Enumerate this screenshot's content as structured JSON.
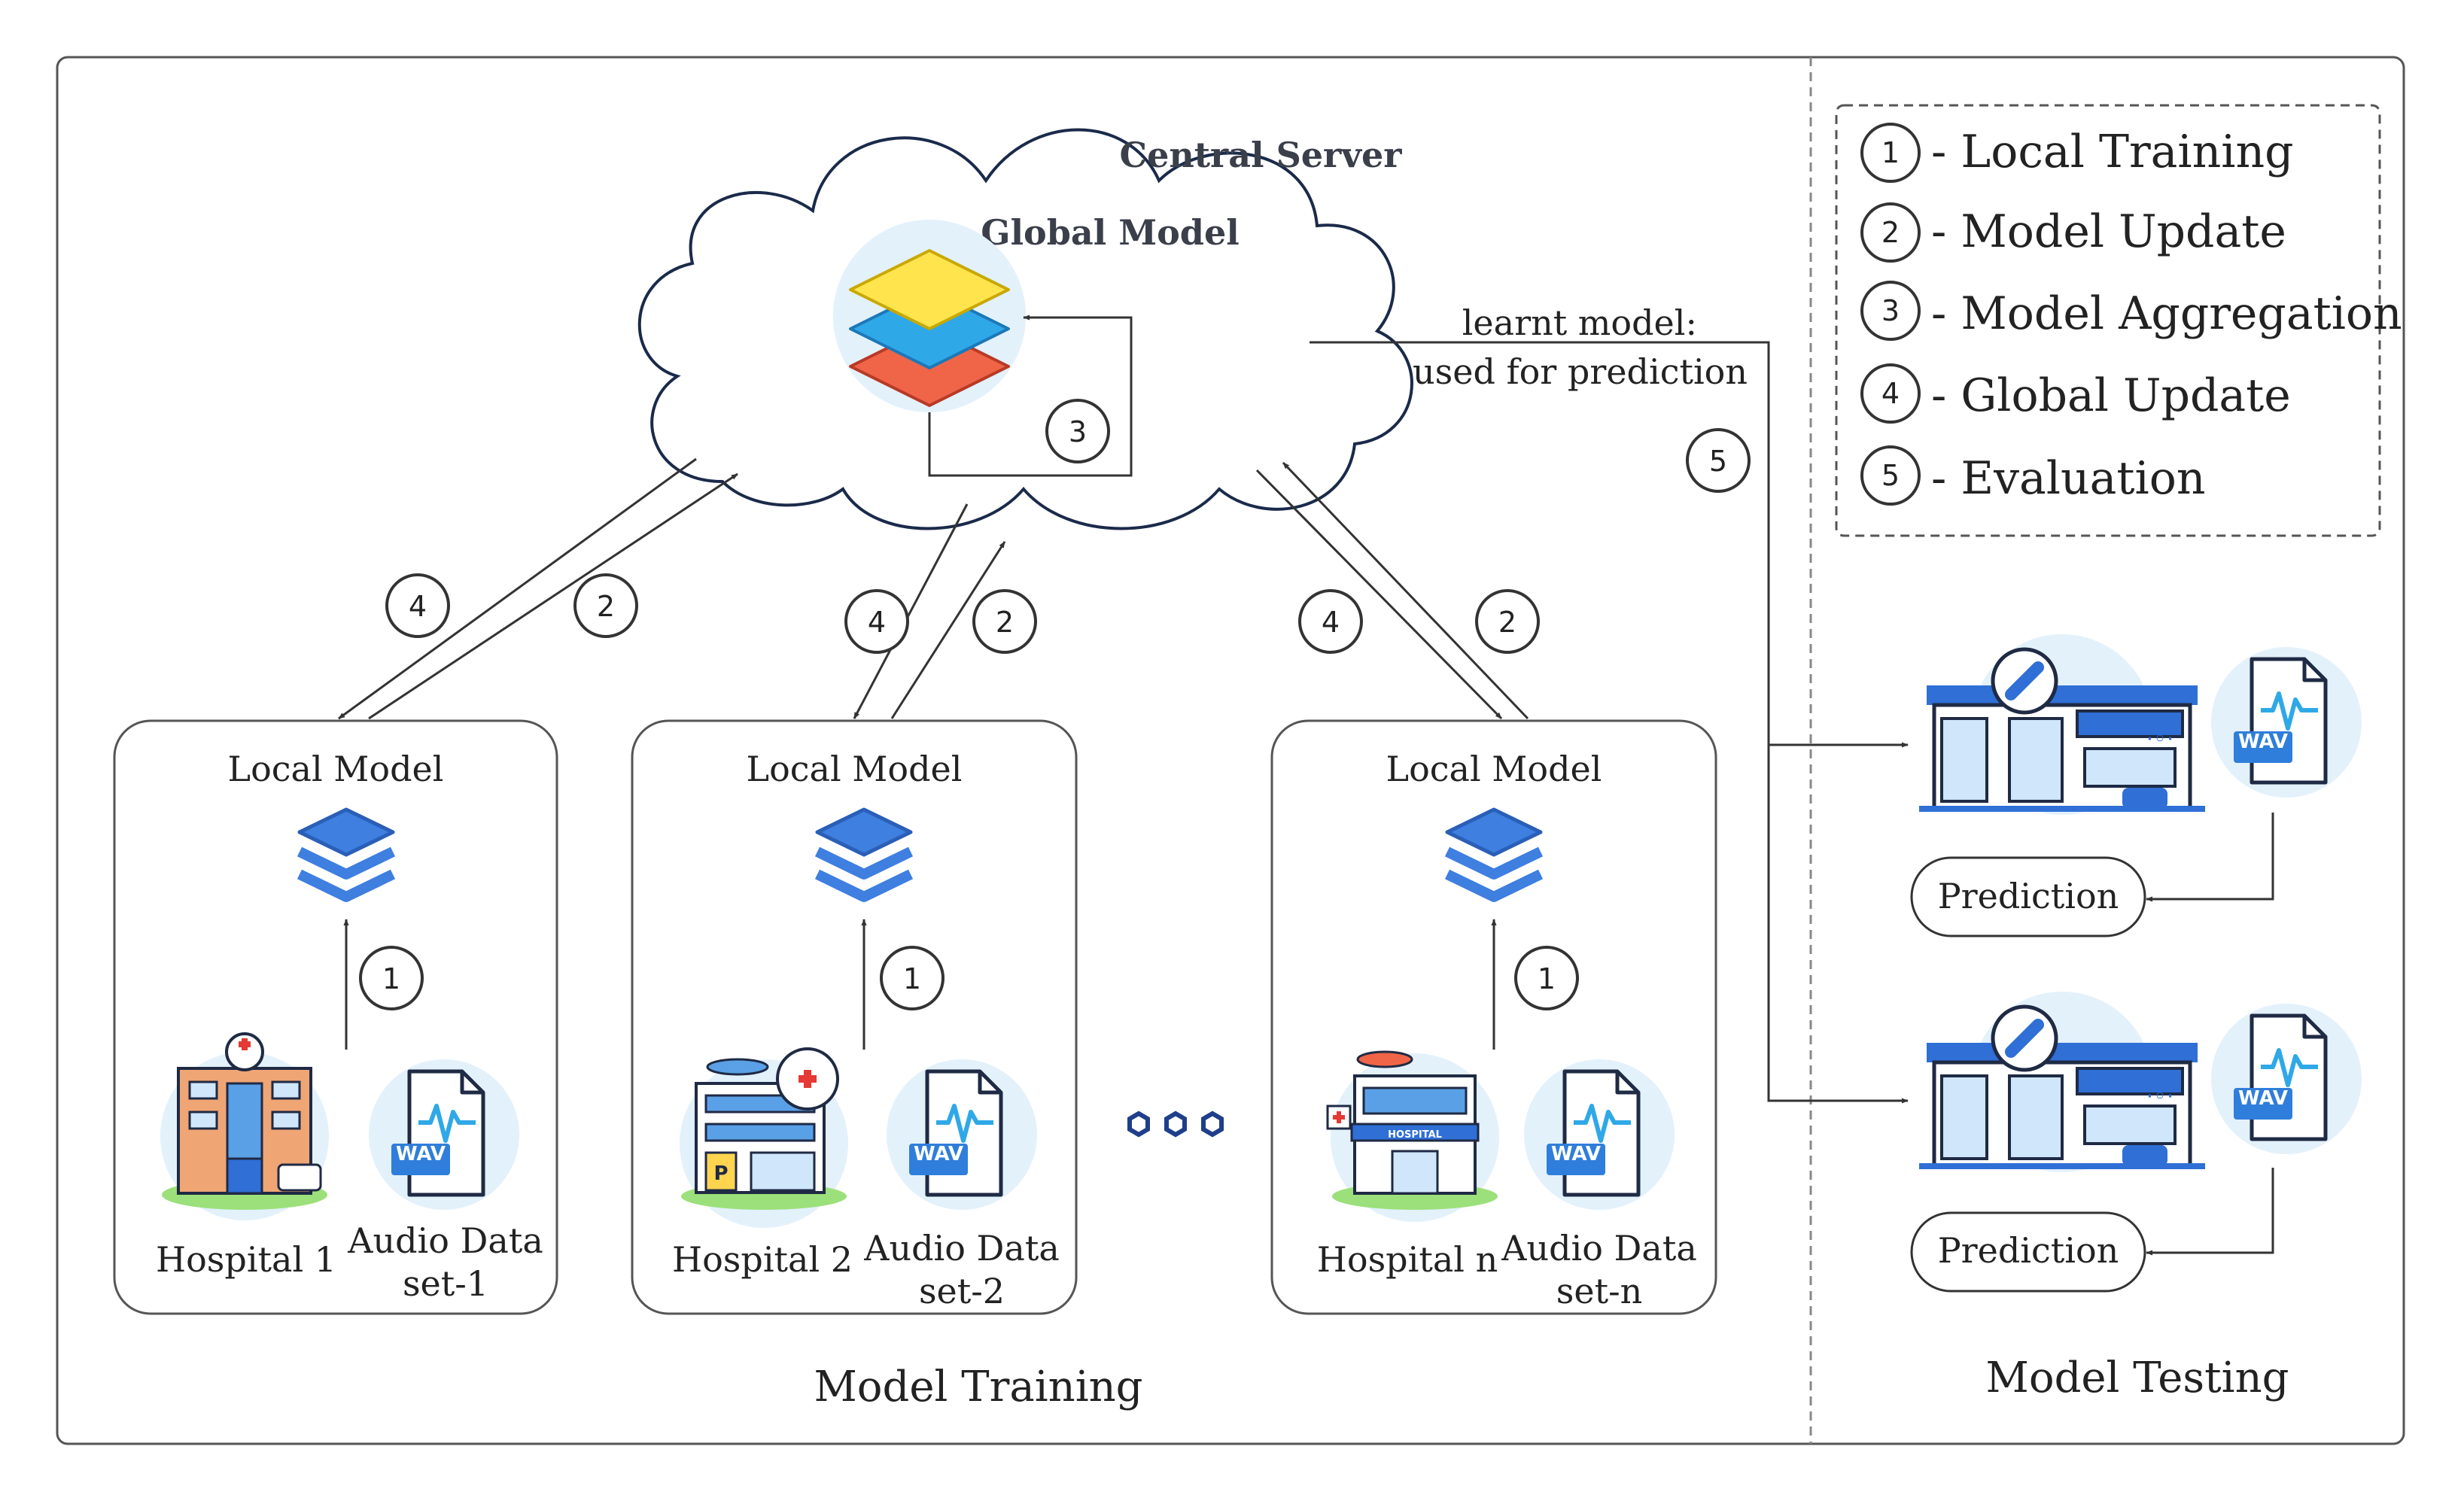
{
  "central_server": {
    "title": "Central Server",
    "global_model_label": "Global Model"
  },
  "step_numbers": {
    "local_training": "1",
    "model_update": "2",
    "model_aggregation": "3",
    "global_update": "4",
    "evaluation": "5"
  },
  "local_model_label": "Local Model",
  "hospitals": [
    {
      "name": "Hospital 1",
      "dataset_line1": "Audio Data",
      "dataset_line2": "set-1"
    },
    {
      "name": "Hospital 2",
      "dataset_line1": "Audio Data",
      "dataset_line2": "set-2"
    },
    {
      "name": "Hospital n",
      "dataset_line1": "Audio Data",
      "dataset_line2": "set-n"
    }
  ],
  "wav_label": "WAV",
  "hospital_sign": "HOSPITAL",
  "parking_sign": "P",
  "learnt_model_line1": "learnt model:",
  "learnt_model_line2": "used for prediction",
  "prediction_label": "Prediction",
  "legend": [
    {
      "num": "1",
      "text": "- Local Training"
    },
    {
      "num": "2",
      "text": "- Model Update"
    },
    {
      "num": "3",
      "text": "- Model Aggregation"
    },
    {
      "num": "4",
      "text": "- Global Update"
    },
    {
      "num": "5",
      "text": "- Evaluation"
    }
  ],
  "sections": {
    "training": "Model Training",
    "testing": "Model Testing"
  },
  "colors": {
    "layer_yellow": "#FFE44D",
    "layer_cyan": "#2FA8E8",
    "layer_red": "#F06548",
    "stack_blue": "#3E7FE0",
    "icon_circle": "#E3F1FB"
  }
}
